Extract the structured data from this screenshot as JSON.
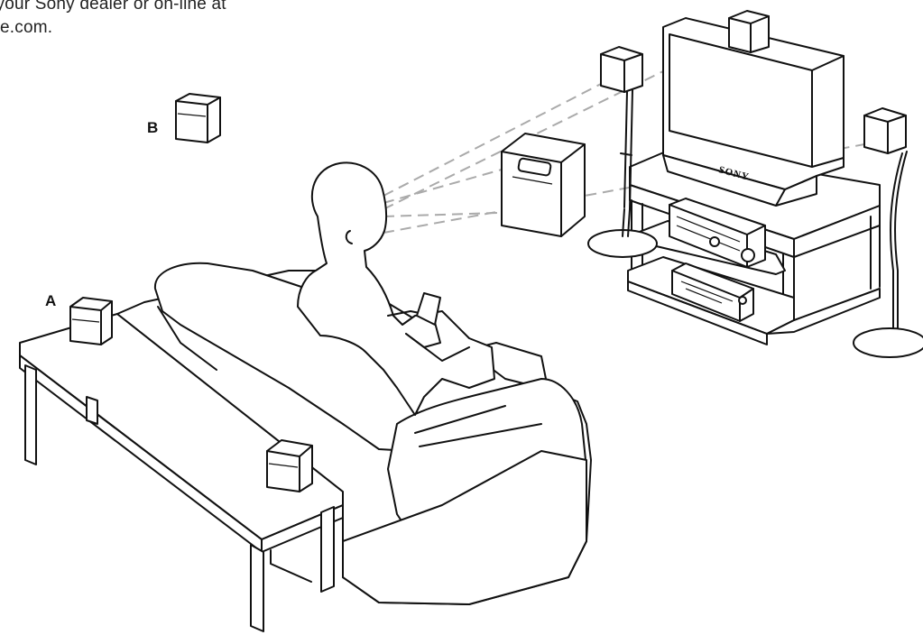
{
  "caption": {
    "line1": "m your Sony dealer or on-line at",
    "line2": "e.com."
  },
  "labels": {
    "a": "A",
    "b": "B"
  },
  "tv_brand": "SONY"
}
